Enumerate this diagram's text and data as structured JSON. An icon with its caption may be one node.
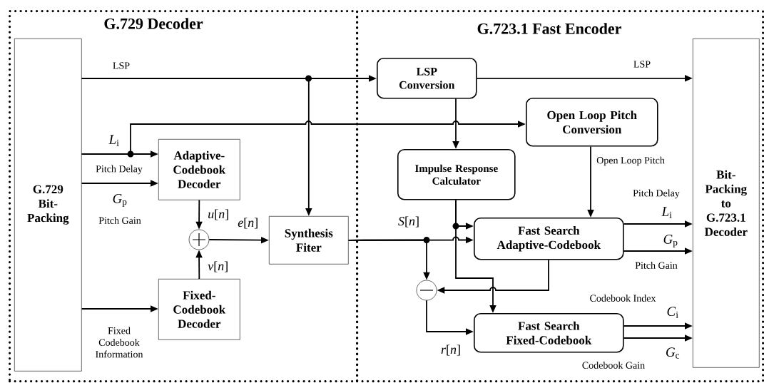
{
  "diagram": {
    "nodes": [
      {
        "text": [
          "G.729 Decoder"
        ]
      },
      {
        "text": [
          "G.723.1 Fast Encoder"
        ]
      },
      {
        "text": [
          "G.729 Bit-Packing"
        ],
        "in": 0
      },
      {
        "text": [
          "Adaptive-Codebook Decoder"
        ],
        "in": 0
      },
      {
        "text": [
          "Fixed-Codebook Decoder"
        ],
        "in": 0
      },
      {
        "text": [],
        "shape": "circle",
        "in": 0
      },
      {
        "text": [
          "Synthesis Fiter"
        ],
        "in": 0
      },
      {
        "text": [
          "LSP Conversion"
        ],
        "in": 1
      },
      {
        "text": [
          "Open Loop Pitch Conversion"
        ],
        "in": 1
      },
      {
        "text": [
          "Impulse Response Calculator"
        ],
        "in": 1
      },
      {
        "text": [
          "Fast Search Adaptive-Codebook"
        ],
        "in": 1
      },
      {
        "text": [],
        "shape": "circle",
        "in": 1
      },
      {
        "text": [
          "Fast Search Fixed-Codebook"
        ],
        "in": 1
      },
      {
        "text": [
          "Bit-Packing to G.723.1 Decoder"
        ],
        "in": 1
      }
    ],
    "edges": [
      {
        "from": 2,
        "to": 7,
        "arrow": "to",
        "label": "LSP"
      },
      {
        "from": 2,
        "to": 6,
        "arrow": "to"
      },
      {
        "from": 7,
        "to": 13,
        "arrow": "to",
        "label": "LSP"
      },
      {
        "from": 2,
        "to": 3,
        "arrow": "to",
        "label": "Pitch Delay"
      },
      {
        "from": 2,
        "to": 8,
        "arrow": "to"
      },
      {
        "from": 2,
        "to": 3,
        "arrow": "to",
        "label": "Pitch Gain"
      },
      {
        "from": 2,
        "to": 4,
        "arrow": "to",
        "label": "Fixed Codebook Information"
      },
      {
        "from": 3,
        "to": 5,
        "arrow": "to",
        "label": "*u*[*n*]"
      },
      {
        "from": 4,
        "to": 5,
        "arrow": "to",
        "label": "*v*[*n*]"
      },
      {
        "from": 5,
        "to": 6,
        "arrow": "to",
        "label": "*e*[*n*]"
      },
      {
        "from": 6,
        "to": 10,
        "arrow": "to",
        "label": "*S*[*n*]"
      },
      {
        "from": 6,
        "to": 11,
        "arrow": "to"
      },
      {
        "from": 7,
        "to": 9,
        "arrow": "to"
      },
      {
        "from": 9,
        "to": 10,
        "arrow": "to"
      },
      {
        "from": 9,
        "to": 12,
        "arrow": "to"
      },
      {
        "from": 10,
        "to": 11,
        "arrow": "to"
      },
      {
        "from": 11,
        "to": 12,
        "arrow": "to",
        "label": "*r*[*n*]"
      },
      {
        "from": 8,
        "to": 10,
        "arrow": "to",
        "label": "Open Loop Pitch"
      },
      {
        "from": 10,
        "to": 13,
        "arrow": "to",
        "label": "Pitch Delay"
      },
      {
        "from": 10,
        "to": 13,
        "arrow": "to",
        "label": "Pitch Gain"
      },
      {
        "from": 12,
        "to": 13,
        "arrow": "to",
        "label": "Codebook Index"
      },
      {
        "from": 12,
        "to": 13,
        "arrow": "to",
        "label": "Codebook Gain"
      }
    ],
    "labels": [
      "*L*$_{i}$",
      "*G*$_{p}$",
      "*L*$_{i}$",
      "*G*$_{p}$",
      "*C*$_{i}$",
      "*G*$_{c}$"
    ]
  }
}
